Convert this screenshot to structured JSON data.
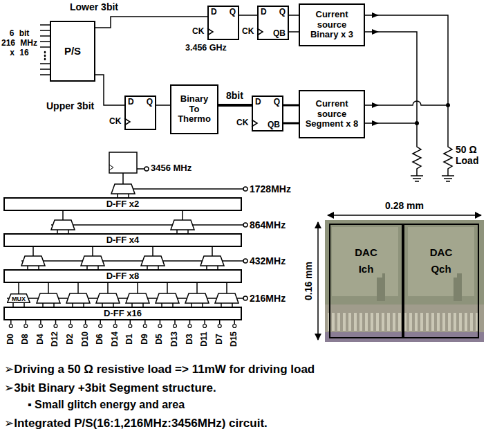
{
  "diagram": {
    "nodes": [
      {
        "text": [
          "P/S"
        ]
      },
      {
        "text": [
          "D",
          "Q"
        ]
      },
      {
        "text": [
          "D",
          "Q",
          "QB"
        ]
      },
      {
        "text": [
          "Current source Binary x 3"
        ]
      },
      {
        "text": [
          "D",
          "Q"
        ]
      },
      {
        "text": [
          "Binary To Thermo"
        ]
      },
      {
        "text": [
          "D",
          "Q",
          "QB"
        ]
      },
      {
        "text": [
          "Current source Segment x 8"
        ]
      },
      {
        "text": [
          "D-FF x2"
        ]
      },
      {
        "text": [
          "D-FF x4"
        ]
      },
      {
        "text": [
          "D-FF x8"
        ]
      },
      {
        "text": [
          "D-FF x16"
        ]
      },
      {
        "text": [
          "MUX"
        ]
      },
      {
        "text": [
          "DAC Ich"
        ]
      },
      {
        "text": [
          "DAC Qch"
        ]
      }
    ],
    "edges": [
      {
        "from": 0,
        "to": 1,
        "arrow": "none",
        "label": "Lower 3bit"
      },
      {
        "from": 1,
        "to": 2,
        "arrow": "none"
      },
      {
        "from": 2,
        "to": 3,
        "arrow": "none"
      },
      {
        "from": 2,
        "to": 3,
        "arrow": "none"
      },
      {
        "from": 0,
        "to": 4,
        "arrow": "none",
        "label": "Upper 3bit"
      },
      {
        "from": 4,
        "to": 5,
        "arrow": "none"
      },
      {
        "from": 5,
        "to": 6,
        "arrow": "none",
        "label": "8bit"
      },
      {
        "from": 6,
        "to": 7,
        "arrow": "none"
      },
      {
        "from": 6,
        "to": 7,
        "arrow": "none"
      },
      {
        "from": 11,
        "to": 12,
        "arrow": "none"
      },
      {
        "from": 11,
        "to": 12,
        "arrow": "none"
      },
      {
        "from": 12,
        "to": 10,
        "arrow": "none"
      }
    ],
    "labels": [
      "6 bit 216 MHz x 16",
      "CK",
      "3.456 GHz",
      "CK",
      "CK",
      "CK",
      "50 Ω Load",
      "3456 MHz",
      "1728MHz",
      "864MHz",
      "432MHz",
      "216MHz",
      "D0",
      "D8",
      "D4",
      "D12",
      "D2",
      "D10",
      "D6",
      "D14",
      "D1",
      "D9",
      "D5",
      "D13",
      "D3",
      "D11",
      "D7",
      "D15",
      "0.28 mm",
      "0.16 mm",
      "➢Driving a 50 Ω resistive load => 11mW for driving load",
      "➢3bit Binary +3bit Segment structure.",
      "▪ Small glitch energy and area",
      "➢Integrated P/S(16:1,216MHz:3456MHz) circuit."
    ]
  }
}
